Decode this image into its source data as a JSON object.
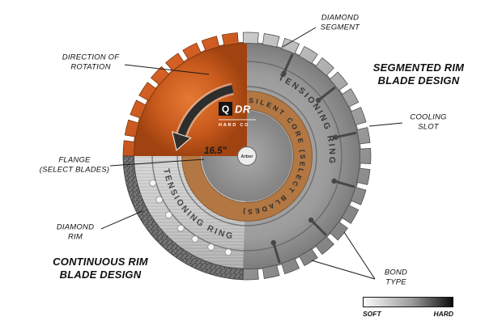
{
  "labels": {
    "diamond_segment": {
      "line1": "DIAMOND",
      "line2": "SEGMENT"
    },
    "segmented_rim_title": {
      "line1": "SEGMENTED RIM",
      "line2": "BLADE DESIGN"
    },
    "cooling_slot": {
      "line1": "COOLING",
      "line2": "SLOT"
    },
    "direction_of_rotation": {
      "line1": "DIRECTION OF",
      "line2": "ROTATION"
    },
    "flange": {
      "line1": "FLANGE",
      "line2": "(SELECT BLADES)"
    },
    "diamond_rim": {
      "line1": "DIAMOND",
      "line2": "RIM"
    },
    "continuous_rim_title": {
      "line1": "CONTINUOUS RIM",
      "line2": "BLADE DESIGN"
    },
    "bond_type": {
      "line1": "BOND",
      "line2": "TYPE"
    },
    "bond_scale": {
      "soft": "SOFT",
      "hard": "HARD"
    }
  },
  "blade": {
    "diameter_label": "16.5\"",
    "arbor_label": "Arbor",
    "tensioning_ring_text": "TENSIONING RING",
    "silent_core_text": "SILENT CORE (SELECT BLADES)",
    "logo": {
      "mark": "Q",
      "name": "DR",
      "tagline": "HARD CO"
    }
  },
  "colors": {
    "orange_accent": "#C95A1D",
    "copper_ring": "#B27743",
    "steel_light": "#C6C6C6",
    "steel_dark": "#787878",
    "rim_grit": "#6E6E6E",
    "label_text": "#101010"
  }
}
